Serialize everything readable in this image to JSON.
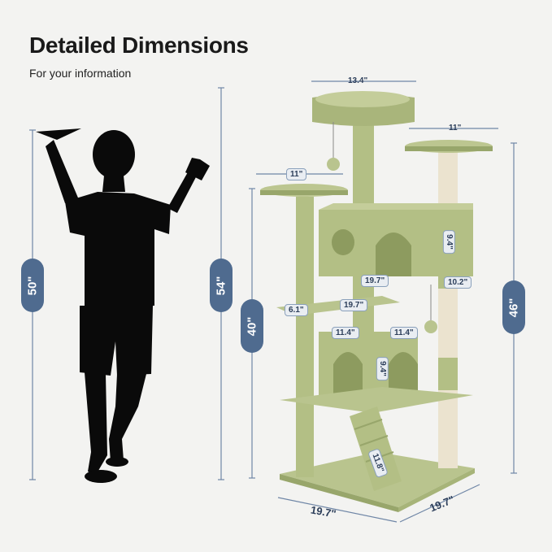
{
  "header": {
    "title": "Detailed Dimensions",
    "subtitle": "For your information"
  },
  "dimensions": {
    "child_height": "50\"",
    "total_height": "54\"",
    "left_perch_height": "40\"",
    "right_post_height": "46\"",
    "top_bed_width": "13.4\"",
    "right_perch_width": "11\"",
    "left_perch_width": "11\"",
    "upper_condo_height": "9.4\"",
    "upper_condo_width": "19.7\"",
    "upper_condo_depth": "10.2\"",
    "middle_platform_width": "19.7\"",
    "side_step_width": "6.1\"",
    "lower_condo_left": "11.4\"",
    "lower_condo_right": "11.4\"",
    "lower_condo_height": "9.4\"",
    "ramp_length": "11.8\"",
    "base_width": "19.7\"",
    "base_depth": "19.7\""
  },
  "colors": {
    "plush": "#b9c48e",
    "plush_dark": "#98a66b",
    "sisal": "#ebe3cf",
    "accent": "#4f6b8f",
    "silhouette": "#0a0a0a"
  }
}
